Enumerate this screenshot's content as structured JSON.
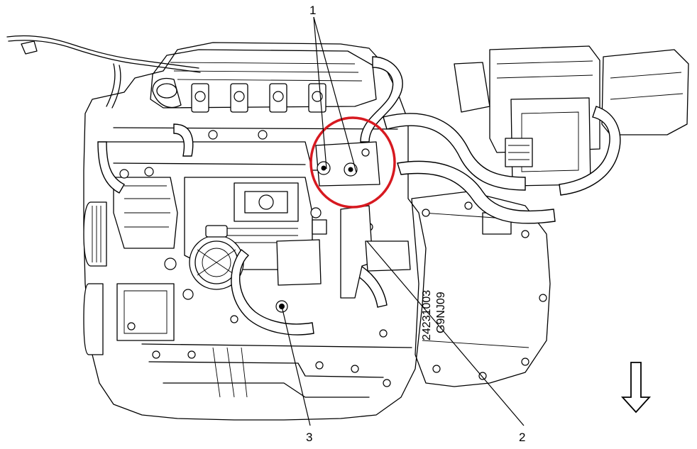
{
  "diagram": {
    "callouts": [
      {
        "id": "1",
        "label": "1"
      },
      {
        "id": "2",
        "label": "2"
      },
      {
        "id": "3",
        "label": "3"
      }
    ],
    "casting_text": {
      "line1": "24231003",
      "line2": "G9NJ09"
    },
    "highlight_color": "#d71920",
    "arrow_icon": "down-arrow-outline-icon",
    "subject": "engine-front-view-line-drawing"
  }
}
